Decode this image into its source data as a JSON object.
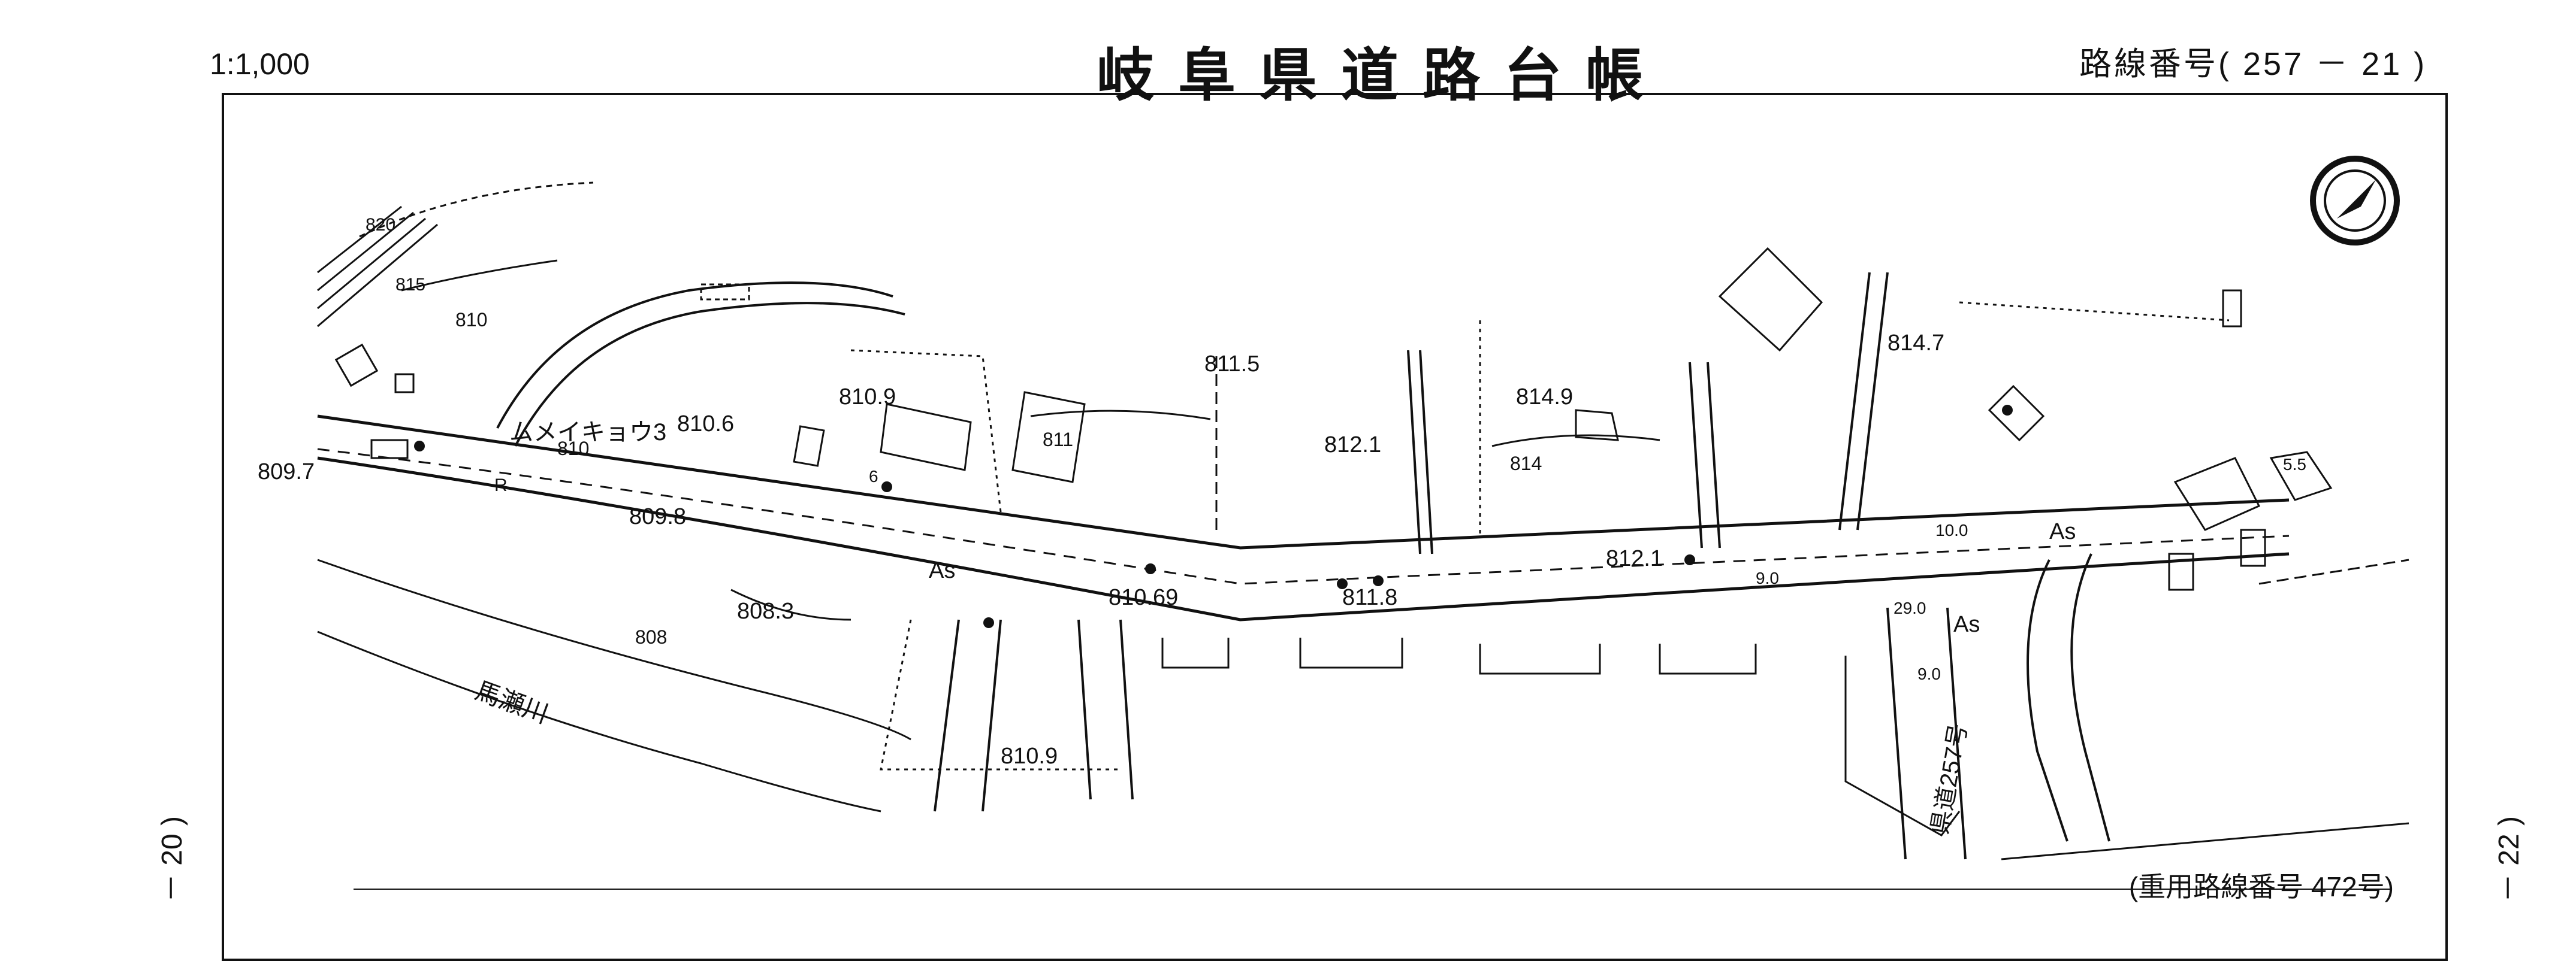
{
  "header": {
    "scale": "1:1,000",
    "title": "岐阜県道路台帳",
    "route_number": "路線番号( 257 － 21 )"
  },
  "page_left": "－ 20 )",
  "page_right": "－ 22 )",
  "important_route": "(重用路線番号 472号)",
  "map": {
    "north_arrow": "north-arrow-icon",
    "road_surface": [
      "As",
      "As",
      "As"
    ],
    "elevations": [
      "810.6",
      "810.9",
      "811.5",
      "814.9",
      "814.7",
      "809.7",
      "809.8",
      "808.3",
      "810.69",
      "811.8",
      "812.1",
      "812.1",
      "810.9"
    ],
    "contours": [
      "820",
      "815",
      "810",
      "810",
      "811",
      "808",
      "814"
    ],
    "widths": [
      "5.5",
      "10.0",
      "9.0",
      "29.0",
      "9.0"
    ],
    "place_name": "ムメイキョウ3",
    "river": "馬瀬川",
    "prefectural_road": "県道257号",
    "markers": [
      "R",
      "6"
    ]
  }
}
